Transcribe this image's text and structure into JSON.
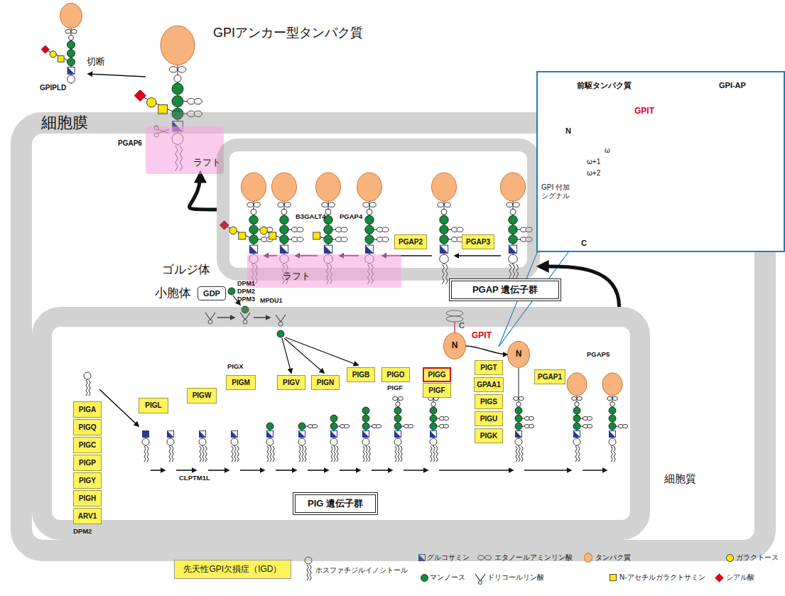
{
  "diagram": {
    "nodes": [
      {
        "text": [
          "細胞膜"
        ]
      },
      {
        "text": [
          "ラフト"
        ],
        "in": 0
      },
      {
        "text": [
          "ゴルジ体"
        ],
        "in": 0
      },
      {
        "text": [
          "PGAP2"
        ],
        "in": 2
      },
      {
        "text": [
          "PGAP3"
        ],
        "in": 2
      },
      {
        "text": [
          "ラフト"
        ],
        "in": 2
      },
      {
        "text": [
          "前駆タンパク質",
          "GPI-AP"
        ]
      },
      {
        "text": [
          "GDP"
        ],
        "in": 0
      },
      {
        "text": [
          "PGAP 遺伝子群"
        ],
        "in": 0
      },
      {
        "text": [
          "小胞体"
        ],
        "in": 0
      },
      {
        "text": [
          "N"
        ],
        "in": 9
      },
      {
        "text": [
          "N"
        ],
        "in": 9
      },
      {
        "text": [
          "PIGA"
        ],
        "in": 9
      },
      {
        "text": [
          "PIGQ"
        ],
        "in": 9
      },
      {
        "text": [
          "PIGC"
        ],
        "in": 9
      },
      {
        "text": [
          "PIGP"
        ],
        "in": 9
      },
      {
        "text": [
          "PIGY"
        ],
        "in": 9
      },
      {
        "text": [
          "PIGH"
        ],
        "in": 9
      },
      {
        "text": [
          "ARV1"
        ],
        "in": 9
      },
      {
        "text": [
          "PIGL"
        ],
        "in": 9
      },
      {
        "text": [
          "PIGW"
        ],
        "in": 9
      },
      {
        "text": [
          "PIGM"
        ],
        "in": 9
      },
      {
        "text": [
          "PIGV"
        ],
        "in": 9
      },
      {
        "text": [
          "PIGN"
        ],
        "in": 9
      },
      {
        "text": [
          "PIGB"
        ],
        "in": 9
      },
      {
        "text": [
          "PIGO"
        ],
        "in": 9
      },
      {
        "text": [
          "PIGG"
        ],
        "in": 9
      },
      {
        "text": [
          "PIGF"
        ],
        "in": 9
      },
      {
        "text": [
          "PIGT"
        ],
        "in": 9
      },
      {
        "text": [
          "GPAA1"
        ],
        "in": 9
      },
      {
        "text": [
          "PIGS"
        ],
        "in": 9
      },
      {
        "text": [
          "PIGU"
        ],
        "in": 9
      },
      {
        "text": [
          "PIGK"
        ],
        "in": 9
      },
      {
        "text": [
          "PGAP1"
        ],
        "in": 9
      },
      {
        "text": [
          "PIG 遺伝子群"
        ],
        "in": 9
      },
      {
        "text": [
          "先天性GPI欠損症（IGD）"
        ]
      }
    ],
    "edges": [
      {
        "from": 9,
        "to": 2,
        "arrow": "to"
      },
      {
        "from": 2,
        "to": 1,
        "arrow": "to"
      },
      {
        "from": 10,
        "to": 11,
        "arrow": "to"
      }
    ],
    "labels": [
      "GPIアンカー型タンパク質",
      "切断",
      "GPIPLD",
      "PGAP6",
      "B3GALT4",
      "PGAP4",
      "DPM1",
      "DPM2",
      "DPM3",
      "MPDU1",
      "C",
      "GPIT",
      "PIGX",
      "PIGF",
      "CLPTM1L",
      "PGAP5",
      "細胞質",
      "DPM2",
      "N",
      "GPIT",
      "ω",
      "ω+1",
      "ω+2",
      "GPI 付加 シグナル",
      "C"
    ],
    "legend": [
      {
        "text": "グルコサミン"
      },
      {
        "text": "エタノールアミンリン酸"
      },
      {
        "text": "タンパク質",
        "color": "#f8b27c"
      },
      {
        "text": "ガラクトース",
        "color": "#ffe600"
      },
      {
        "text": "ホスファチジルイノシトール"
      },
      {
        "text": "マンノース",
        "color": "#138a3c"
      },
      {
        "text": "ドリコールリン酸"
      },
      {
        "text": "N-アセチルガラクトサミン",
        "color": "#ffe600"
      },
      {
        "text": "シアル酸",
        "color": "#e0001b"
      }
    ]
  }
}
